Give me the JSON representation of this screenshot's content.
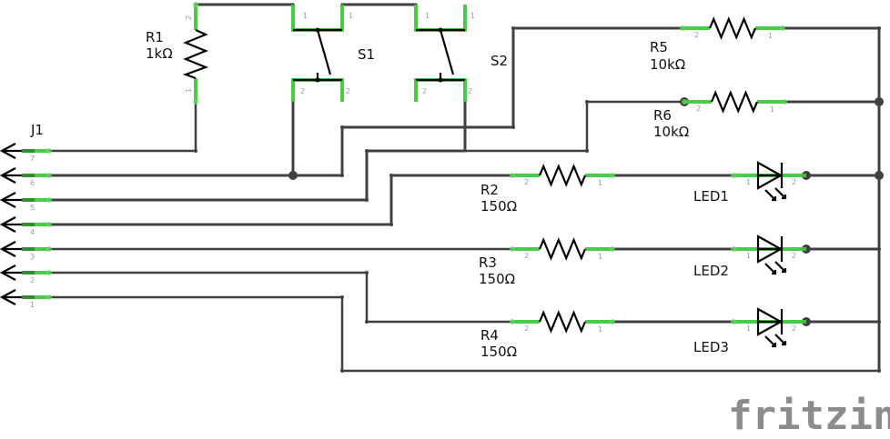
{
  "app": "fritzing",
  "view": "schematic",
  "colors": {
    "wire": "#404040",
    "leg": "#3ec83e",
    "symbol": "#000000",
    "logo": "#8c8c8c"
  },
  "logo": {
    "text": "fritzing"
  },
  "connector": {
    "ref": "J1",
    "pins": [
      "7",
      "6",
      "5",
      "4",
      "3",
      "2",
      "1"
    ]
  },
  "components": {
    "r1": {
      "ref": "R1",
      "value": "1kΩ",
      "pin_top": "2",
      "pin_bottom": "1"
    },
    "s1": {
      "ref": "S1",
      "pin1": "1",
      "pin2": "2"
    },
    "s2": {
      "ref": "S2"
    },
    "r5": {
      "ref": "R5",
      "value": "10kΩ",
      "pin_left": "2",
      "pin_right": "1"
    },
    "r6": {
      "ref": "R6",
      "value": "10kΩ",
      "pin_left": "2",
      "pin_right": "1"
    },
    "r2": {
      "ref": "R2",
      "value": "150Ω",
      "pin_left": "2",
      "pin_right": "1"
    },
    "r3": {
      "ref": "R3",
      "value": "150Ω",
      "pin_left": "2",
      "pin_right": "1"
    },
    "r4": {
      "ref": "R4",
      "value": "150Ω",
      "pin_left": "2",
      "pin_right": "1"
    },
    "led1": {
      "ref": "LED1",
      "pin_left": "1",
      "pin_right": "2"
    },
    "led2": {
      "ref": "LED2",
      "pin_left": "1",
      "pin_right": "2"
    },
    "led3": {
      "ref": "LED3",
      "pin_left": "1",
      "pin_right": "2"
    }
  }
}
